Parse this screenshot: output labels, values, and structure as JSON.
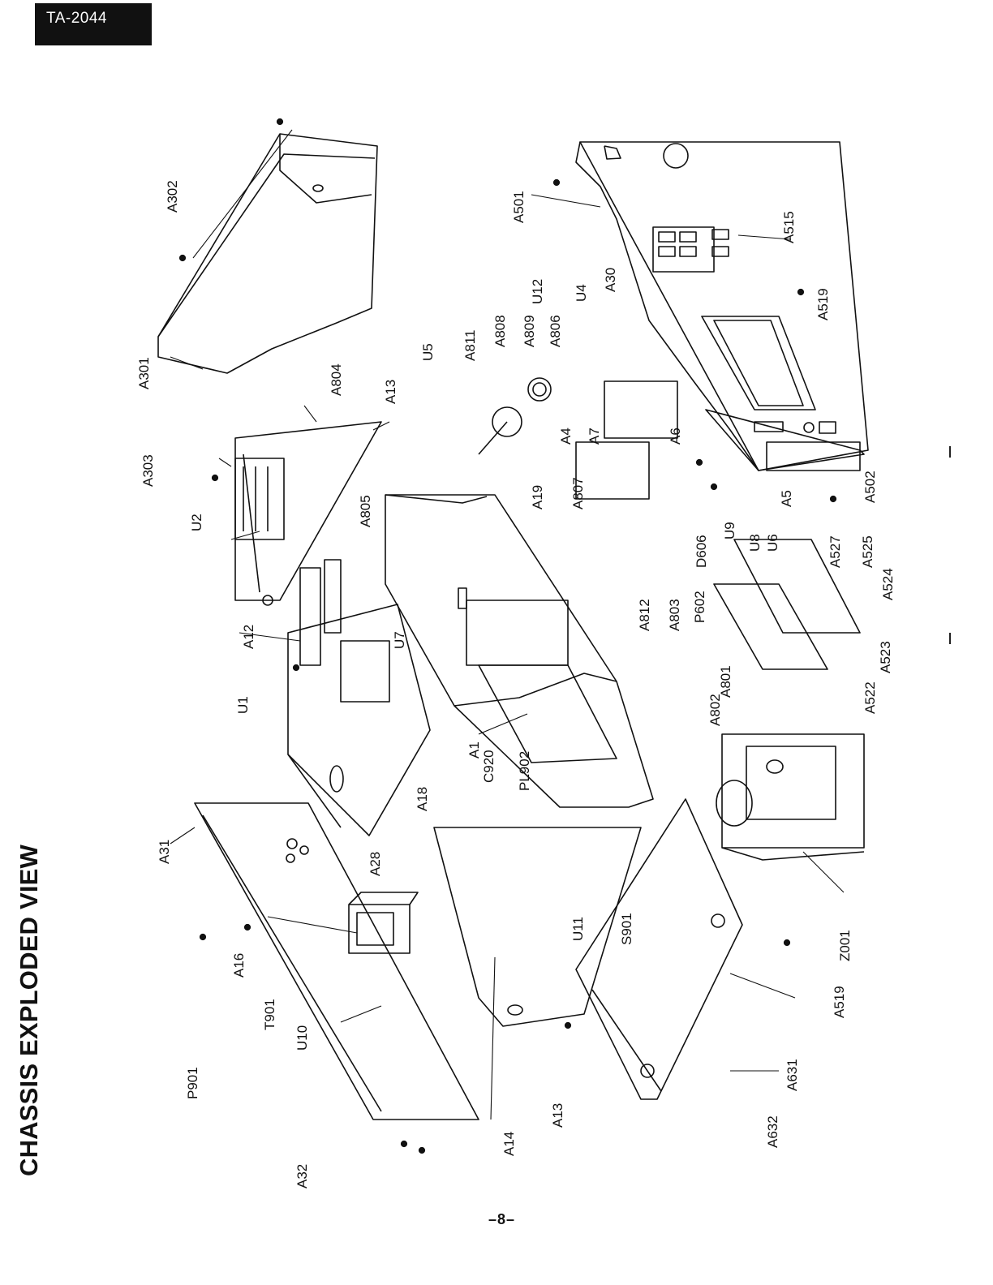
{
  "header": {
    "model": "TA-2044"
  },
  "title": "CHASSIS EXPLODED VIEW",
  "footer": {
    "page": "–8–"
  },
  "callouts": [
    "A302",
    "A301",
    "A303",
    "A804",
    "A13",
    "U5",
    "A811",
    "A808",
    "A809",
    "A806",
    "U12",
    "U4",
    "A30",
    "A501",
    "A515",
    "A519",
    "U2",
    "A805",
    "A19",
    "A4",
    "A7",
    "A807",
    "A6",
    "A502",
    "A5",
    "U6",
    "U8",
    "U9",
    "D606",
    "A525",
    "A527",
    "A524",
    "A812",
    "A803",
    "P602",
    "A801",
    "A802",
    "A523",
    "A522",
    "A12",
    "U7",
    "U1",
    "A1",
    "A31",
    "A18",
    "C920",
    "PL902",
    "A28",
    "S901",
    "A16",
    "T901",
    "U11",
    "U10",
    "A14",
    "P901",
    "A32",
    "A13",
    "A631",
    "A519",
    "A632",
    "Z001"
  ]
}
